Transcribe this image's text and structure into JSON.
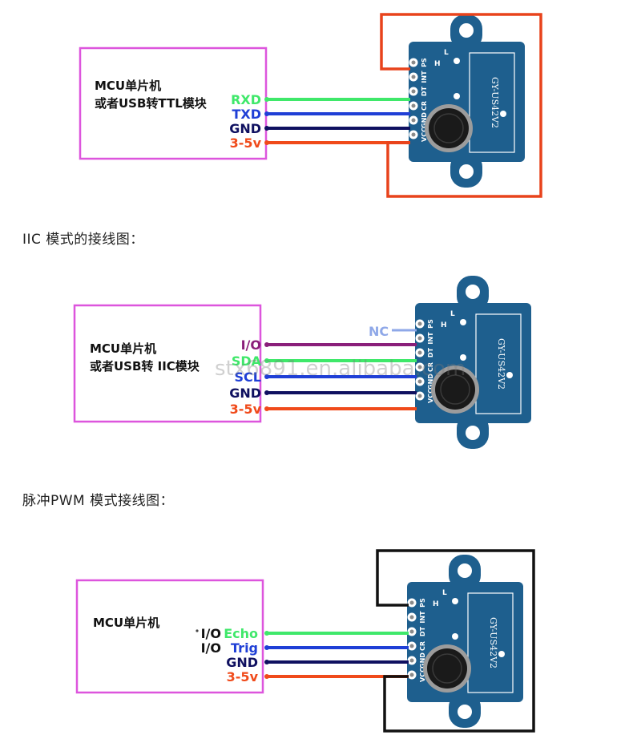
{
  "sections": [
    {
      "mcu_lines": [
        "MCU单片机",
        "或者USB转TTL模块"
      ],
      "signals": [
        {
          "label": "RXD",
          "color": "#3fe86a"
        },
        {
          "label": "TXD",
          "color": "#1f3fd6"
        },
        {
          "label": "GND",
          "color": "#0f1060"
        },
        {
          "label": "3-5v",
          "color": "#f04a1a"
        }
      ],
      "mcu_box_color": "#dd55dd",
      "loop_color": "#e8431c"
    },
    {
      "caption": "IIC 模式的接线图：",
      "mcu_lines": [
        "MCU单片机",
        "或者USB转 IIC模块"
      ],
      "nc_label": "NC",
      "nc_color": "#8fa8e8",
      "signals": [
        {
          "label": "I/O",
          "color": "#8a1f7a"
        },
        {
          "label": "SDA",
          "color": "#3fe86a"
        },
        {
          "label": "SCL",
          "color": "#1f3fd6"
        },
        {
          "label": "GND",
          "color": "#0f1060"
        },
        {
          "label": "3-5v",
          "color": "#f04a1a"
        }
      ],
      "mcu_box_color": "#dd55dd"
    },
    {
      "caption": "脉冲PWM 模式接线图：",
      "mcu_lines": [
        "MCU单片机"
      ],
      "signals": [
        {
          "prefix": "I/O",
          "label": "Echo",
          "color": "#3fe86a"
        },
        {
          "prefix": "I/O",
          "label": "Trig",
          "color": "#1f3fd6"
        },
        {
          "label": "GND",
          "color": "#0f1060"
        },
        {
          "label": "3-5v",
          "color": "#f04a1a"
        }
      ],
      "mcu_box_color": "#dd55dd",
      "loop_color": "#111111"
    }
  ],
  "board": {
    "name": "GY-US42V2",
    "pins": [
      "PS",
      "INT",
      "DT",
      "CR",
      "GND",
      "VCC"
    ],
    "side_label": "H",
    "corner_label": "L",
    "color": "#1e5f8e"
  },
  "watermark": "stx6891.en.alibaba.com"
}
